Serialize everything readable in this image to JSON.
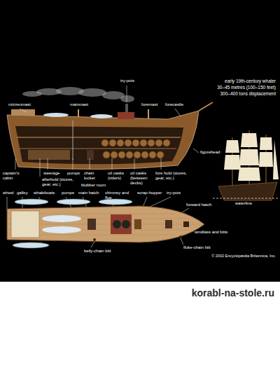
{
  "diagram": {
    "labels": [
      "early 19th-century whaler",
      "30–45 metres (100–150 feet)",
      "300–400 tons displacement",
      "mizzenmast",
      "mainmast",
      "try-pots",
      "foremast",
      "forecastle",
      "figurehead",
      "captain's cabin",
      "steerage",
      "afterhold (stores, gear, etc.)",
      "pumps",
      "chain locker",
      "blubber room",
      "oil casks (riders)",
      "oil casks (between decks)",
      "fore hold (stores, gear, etc.)",
      "wheel",
      "galley",
      "whaleboats",
      "pumps",
      "main hatch",
      "chimney and flue",
      "scrap-hopper",
      "try-pots",
      "forward hatch",
      "windlass and bitts",
      "fluke-chain bitt",
      "belly-chain bitt",
      "waterline",
      "© 2002 Encyclopædia Britannica, Inc.",
      "korabl-na-stole.ru"
    ]
  }
}
